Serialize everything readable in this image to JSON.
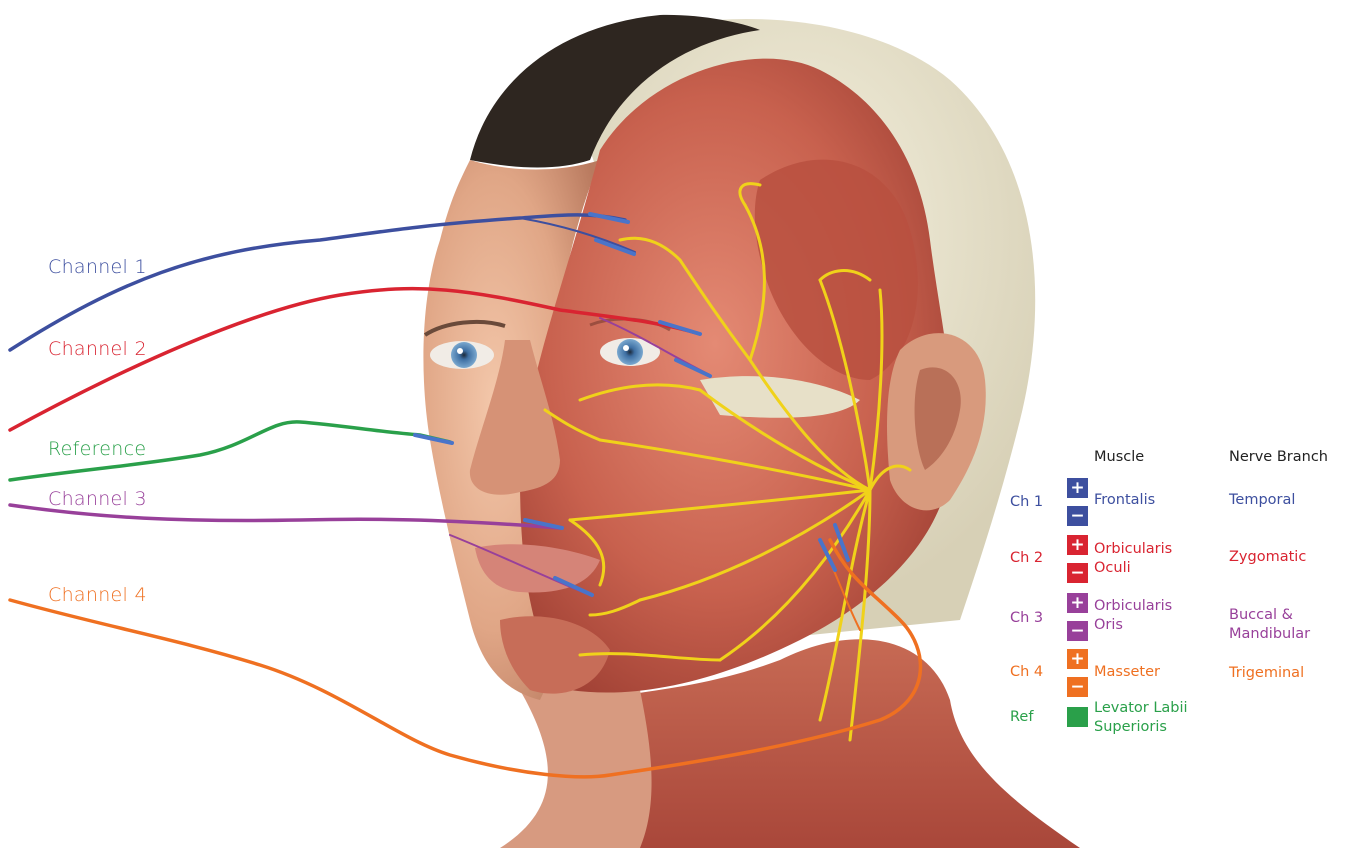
{
  "channels": [
    {
      "label": "Channel 1",
      "color": "#3d4f9f"
    },
    {
      "label": "Channel 2",
      "color": "#d92431"
    },
    {
      "label": "Reference",
      "color": "#2aa04a"
    },
    {
      "label": "Channel 3",
      "color": "#98409a"
    },
    {
      "label": "Channel 4",
      "color": "#ef7021"
    }
  ],
  "legend": {
    "header_muscle": "Muscle",
    "header_nerve": "Nerve Branch",
    "plus_symbol": "+",
    "minus_symbol": "−",
    "rows": [
      {
        "ch": "Ch 1",
        "muscle": "Frontalis",
        "nerve": "Temporal",
        "color": "#3d4f9f"
      },
      {
        "ch": "Ch 2",
        "muscle": "Orbicularis Oculi",
        "nerve": "Zygomatic",
        "color": "#d92431"
      },
      {
        "ch": "Ch 3",
        "muscle": "Orbicularis Oris",
        "nerve": "Buccal & Mandibular",
        "color": "#98409a"
      },
      {
        "ch": "Ch 4",
        "muscle": "Masseter",
        "nerve": "Trigeminal",
        "color": "#ef7021"
      },
      {
        "ch": "Ref",
        "muscle": "Levator Labii Superioris",
        "nerve": "",
        "color": "#2aa04a"
      }
    ]
  }
}
